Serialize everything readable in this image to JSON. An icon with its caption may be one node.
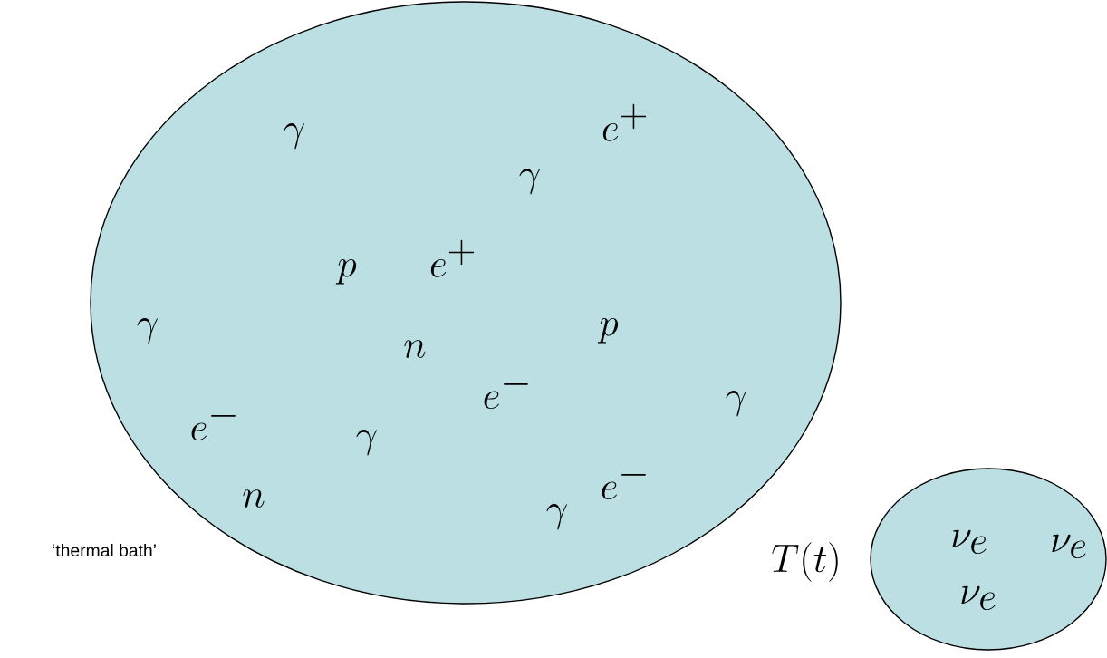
{
  "diagram": {
    "nodes": [
      {
        "text": [
          "\\gamma",
          "e^{+}",
          "\\gamma",
          "p",
          "e^{+}",
          "\\gamma",
          "p",
          "n",
          "e^{-}",
          "\\gamma",
          "e^{-}",
          "\\gamma",
          "e^{-}",
          "n",
          "\\gamma"
        ],
        "beside": [
          "‘thermal bath’"
        ]
      },
      {
        "text": [
          "\\nu_e",
          "\\nu_e",
          "\\nu_e"
        ]
      }
    ],
    "labels": [
      "T(t)"
    ]
  }
}
